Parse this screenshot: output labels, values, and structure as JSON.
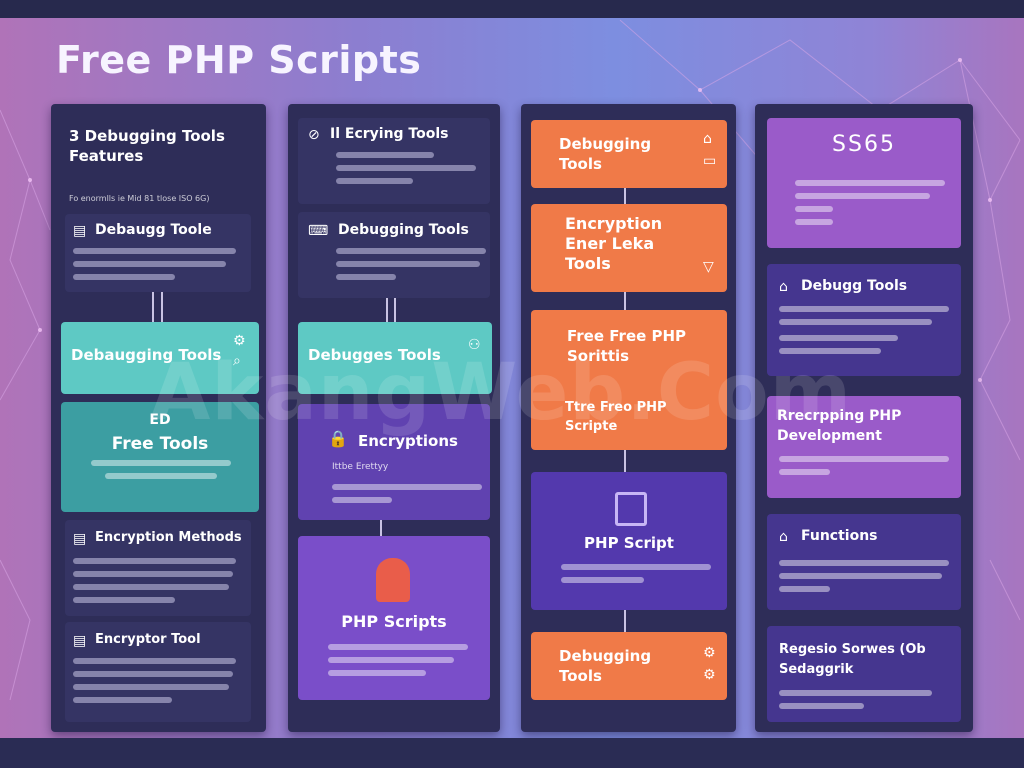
{
  "page": {
    "title": "Free PHP Scripts",
    "watermark": "AkangWeb.Com"
  },
  "columns": [
    {
      "cards": [
        {
          "title": "3 Debugging Tools Features",
          "caption": "Fo enormlls ie Mid 81 tlose ISO 6G)"
        },
        {
          "title": "Debaugg Toole"
        },
        {
          "title": "Debaugging Tools"
        },
        {
          "title": "Free Tools",
          "badge": "ED"
        },
        {
          "title": "Encryption Methods"
        },
        {
          "title": "Encryptor Tool"
        }
      ]
    },
    {
      "cards": [
        {
          "title": "Il Ecrying Tools"
        },
        {
          "title": "Debugging Tools"
        },
        {
          "title": "Debugges Tools"
        },
        {
          "title": "Encryptions",
          "caption": "Ittbe Erettyy"
        },
        {
          "title": "PHP Scripts"
        }
      ]
    },
    {
      "cards": [
        {
          "title": "Debugging Tools"
        },
        {
          "title": "Encryption Ener Leka Tools"
        },
        {
          "title": "Free Free PHP Sorittis"
        },
        {
          "title": "Ttre Freo PHP Scripte"
        },
        {
          "title": "PHP Script"
        },
        {
          "title": "Debugging Tools"
        }
      ]
    },
    {
      "cards": [
        {
          "title": "SS65"
        },
        {
          "title": "Debugg Tools"
        },
        {
          "title": "Rrecrpping PHP Development"
        },
        {
          "title": "Functions"
        },
        {
          "title": "Regesio Sorwes (Ob Sedaggrik"
        }
      ]
    }
  ],
  "icons": [
    "debug-icon",
    "lock-icon",
    "shield-icon",
    "code-icon",
    "terminal-icon",
    "padlock-icon",
    "puzzle-icon",
    "file-icon"
  ],
  "colors": {
    "dark": "#302f5c",
    "teal": "#5ec9c4",
    "orange": "#f07a48",
    "purple": "#6042b0",
    "violet": "#9a5bc9"
  }
}
